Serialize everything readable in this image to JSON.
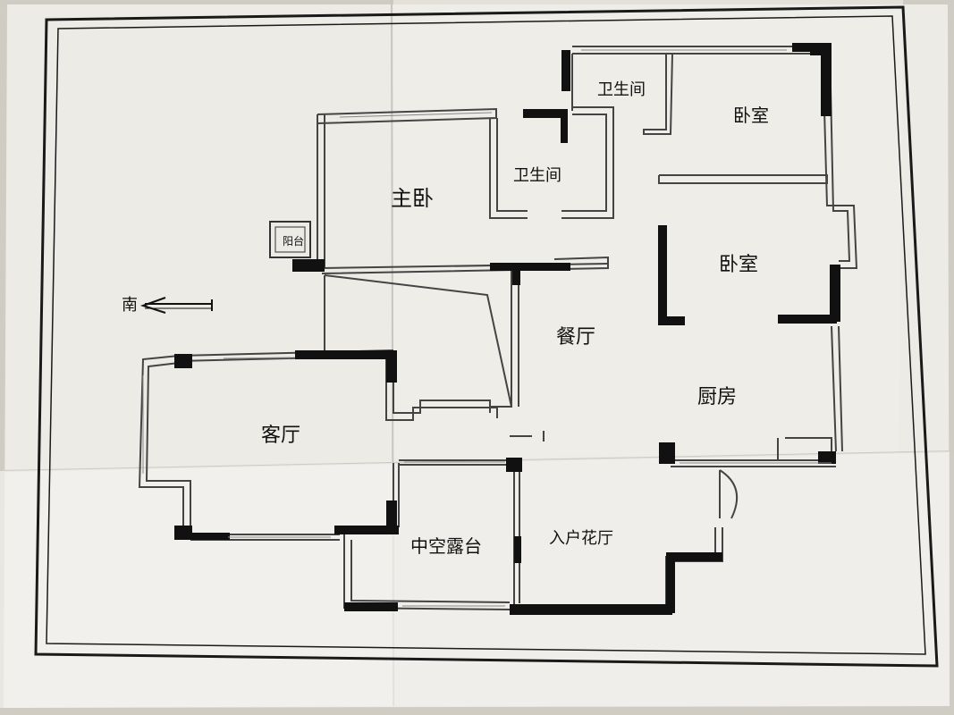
{
  "rooms": {
    "bathroom_top": "卫生间",
    "bedroom_top": "卧室",
    "bathroom_mid": "卫生间",
    "master_bedroom": "主卧",
    "balcony": "阳台",
    "bedroom_mid": "卧室",
    "dining_room": "餐厅",
    "kitchen": "厨房",
    "living_room": "客厅",
    "atrium_terrace": "中空露台",
    "entry_garden_hall": "入户花厅"
  },
  "compass": {
    "direction_label": "南"
  },
  "colors": {
    "paper": "#ecebe6",
    "wall_thick": "#111111",
    "wall_thin": "#4a4a4a",
    "window_line": "#7a7a7a"
  }
}
